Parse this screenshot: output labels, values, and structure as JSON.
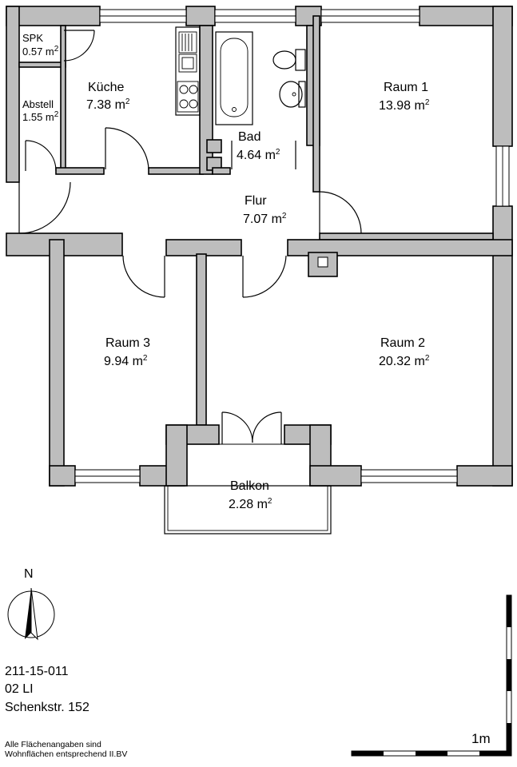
{
  "rooms": {
    "spk": {
      "name": "SPK",
      "area": "0.57 m",
      "exp": "2"
    },
    "abstell": {
      "name": "Abstell",
      "area": "1.55 m",
      "exp": "2"
    },
    "kueche": {
      "name": "Küche",
      "area": "7.38 m",
      "exp": "2"
    },
    "bad": {
      "name": "Bad",
      "area": "4.64 m",
      "exp": "2"
    },
    "raum1": {
      "name": "Raum 1",
      "area": "13.98 m",
      "exp": "2"
    },
    "flur": {
      "name": "Flur",
      "area": "7.07 m",
      "exp": "2"
    },
    "raum3": {
      "name": "Raum 3",
      "area": "9.94 m",
      "exp": "2"
    },
    "raum2": {
      "name": "Raum 2",
      "area": "20.32 m",
      "exp": "2"
    },
    "balkon": {
      "name": "Balkon",
      "area": "2.28 m",
      "exp": "2"
    }
  },
  "compass": {
    "label": "N"
  },
  "info": {
    "line1": "211-15-011",
    "line2": "02 LI",
    "line3": "Schenkstr. 152"
  },
  "note": {
    "line1": "Alle Flächenangaben sind",
    "line2": "Wohnflächen entsprechend II.BV"
  },
  "scale": {
    "label": "1m"
  }
}
